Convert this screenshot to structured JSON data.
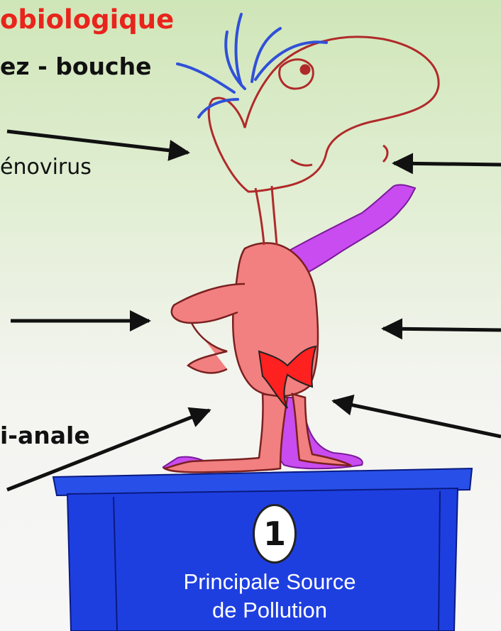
{
  "labels": {
    "title": "obiologique",
    "nose_mouth": "ez - bouche",
    "adenovirus": "énovirus",
    "perianal": "i-anale"
  },
  "podium": {
    "rank": "1",
    "caption_line1": "Principale Source",
    "caption_line2": "de Pollution"
  },
  "colors": {
    "title": "#e8241c",
    "podium": "#1e3fe0",
    "body": "#f28080",
    "shadow": "#c84cf0"
  }
}
